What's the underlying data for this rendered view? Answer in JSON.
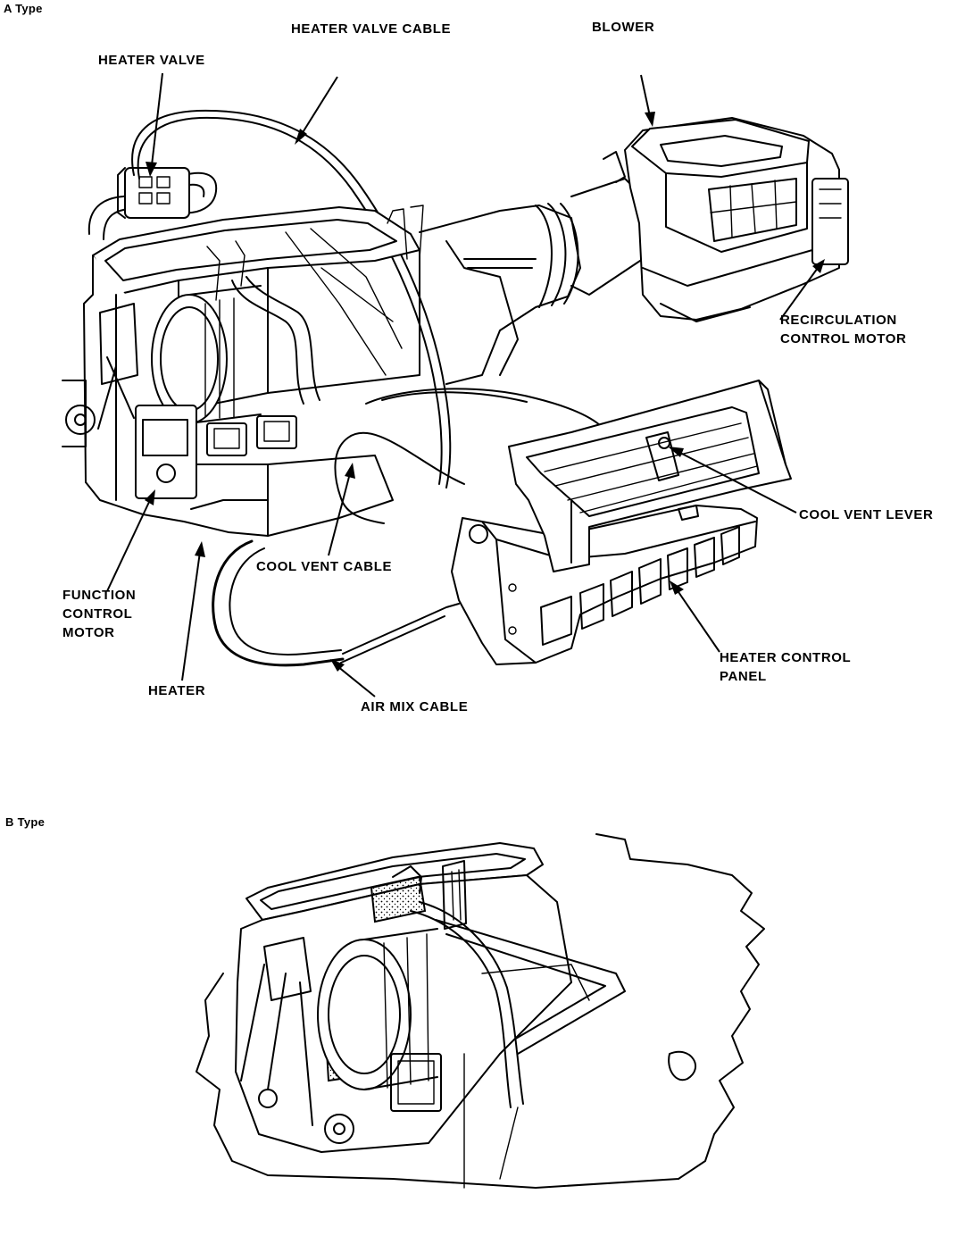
{
  "sections": {
    "a_type": "A Type",
    "b_type": "B Type"
  },
  "labels": {
    "heater_valve_cable": "HEATER VALVE CABLE",
    "blower": "BLOWER",
    "heater_valve": "HEATER VALVE",
    "recirculation_1": "RECIRCULATION",
    "recirculation_2": "CONTROL MOTOR",
    "cool_vent_lever": "COOL VENT LEVER",
    "cool_vent_cable": "COOL VENT CABLE",
    "function_1": "FUNCTION",
    "function_2": "CONTROL",
    "function_3": "MOTOR",
    "heater_control_1": "HEATER CONTROL",
    "heater_control_2": "PANEL",
    "heater": "HEATER",
    "air_mix_cable": "AIR MIX CABLE"
  }
}
